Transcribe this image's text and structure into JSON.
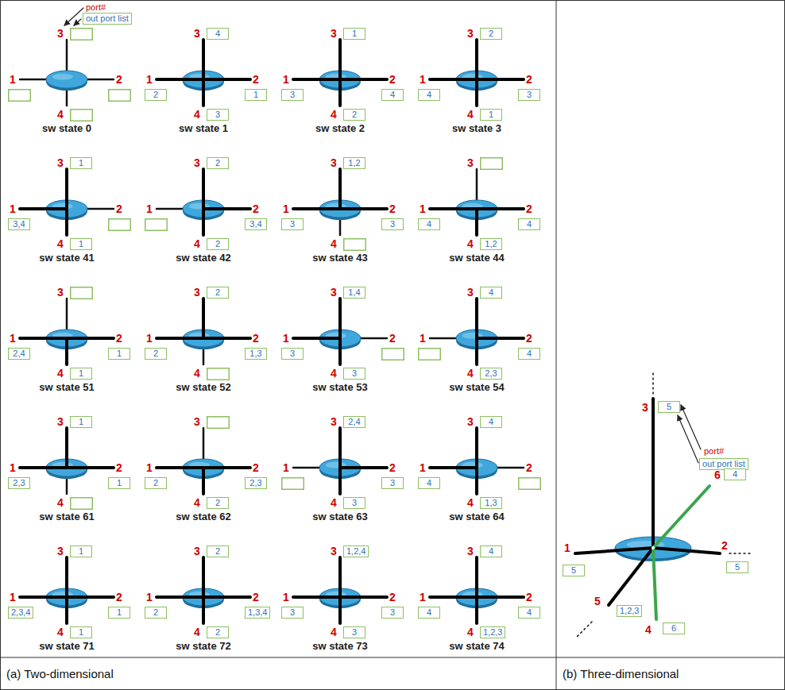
{
  "diagram": {
    "nodes": [
      {
        "text": [
          "out port list"
        ]
      },
      {
        "text": [
          "4"
        ]
      },
      {
        "text": [
          "2"
        ]
      },
      {
        "text": [
          "1"
        ]
      },
      {
        "text": [
          "3"
        ]
      },
      {
        "text": [
          "1"
        ]
      },
      {
        "text": [
          "3"
        ]
      },
      {
        "text": [
          "4"
        ]
      },
      {
        "text": [
          "2"
        ]
      },
      {
        "text": [
          "2"
        ]
      },
      {
        "text": [
          "4"
        ]
      },
      {
        "text": [
          "3"
        ]
      },
      {
        "text": [
          "1"
        ]
      },
      {
        "text": [
          "1"
        ]
      },
      {
        "text": [
          "3,4"
        ]
      },
      {
        "text": [
          "1"
        ]
      },
      {
        "text": [
          "2"
        ]
      },
      {
        "text": [
          "3,4"
        ]
      },
      {
        "text": [
          "2"
        ]
      },
      {
        "text": [
          "1,2"
        ]
      },
      {
        "text": [
          "3"
        ]
      },
      {
        "text": [
          "3"
        ]
      },
      {
        "text": [
          "4"
        ]
      },
      {
        "text": [
          "4"
        ]
      },
      {
        "text": [
          "1,2"
        ]
      },
      {
        "text": [
          "2,4"
        ]
      },
      {
        "text": [
          "1"
        ]
      },
      {
        "text": [
          "1"
        ]
      },
      {
        "text": [
          "2"
        ]
      },
      {
        "text": [
          "2"
        ]
      },
      {
        "text": [
          "1,3"
        ]
      },
      {
        "text": [
          "1,4"
        ]
      },
      {
        "text": [
          "3"
        ]
      },
      {
        "text": [
          "3"
        ]
      },
      {
        "text": [
          "4"
        ]
      },
      {
        "text": [
          "4"
        ]
      },
      {
        "text": [
          "2,3"
        ]
      },
      {
        "text": [
          "1"
        ]
      },
      {
        "text": [
          "2,3"
        ]
      },
      {
        "text": [
          "1"
        ]
      },
      {
        "text": [
          "2"
        ]
      },
      {
        "text": [
          "2,3"
        ]
      },
      {
        "text": [
          "2"
        ]
      },
      {
        "text": [
          "2,4"
        ]
      },
      {
        "text": [
          "3"
        ]
      },
      {
        "text": [
          "3"
        ]
      },
      {
        "text": [
          "4"
        ]
      },
      {
        "text": [
          "4"
        ]
      },
      {
        "text": [
          "1,3"
        ]
      },
      {
        "text": [
          "1"
        ]
      },
      {
        "text": [
          "2,3,4"
        ]
      },
      {
        "text": [
          "1"
        ]
      },
      {
        "text": [
          "1"
        ]
      },
      {
        "text": [
          "2"
        ]
      },
      {
        "text": [
          "2"
        ]
      },
      {
        "text": [
          "1,3,4"
        ]
      },
      {
        "text": [
          "2"
        ]
      },
      {
        "text": [
          "1,2,4"
        ]
      },
      {
        "text": [
          "3"
        ]
      },
      {
        "text": [
          "3"
        ]
      },
      {
        "text": [
          "3"
        ]
      },
      {
        "text": [
          "4"
        ]
      },
      {
        "text": [
          "4"
        ]
      },
      {
        "text": [
          "4"
        ]
      },
      {
        "text": [
          "1,2,3"
        ]
      },
      {
        "text": [
          "5"
        ]
      },
      {
        "text": [
          "out port list"
        ]
      },
      {
        "text": [
          "4"
        ]
      },
      {
        "text": [
          "5"
        ]
      },
      {
        "text": [
          "5"
        ]
      },
      {
        "text": [
          "1,2,3"
        ]
      },
      {
        "text": [
          "6"
        ]
      }
    ],
    "labels": [
      "port#",
      "3",
      "1",
      "2",
      "4",
      "sw state 0",
      "3",
      "1",
      "2",
      "4",
      "sw state 1",
      "3",
      "1",
      "2",
      "4",
      "sw state 2",
      "3",
      "1",
      "2",
      "4",
      "sw state 3",
      "3",
      "1",
      "2",
      "4",
      "sw state 41",
      "3",
      "1",
      "2",
      "4",
      "sw state 42",
      "3",
      "1",
      "2",
      "4",
      "sw state 43",
      "3",
      "1",
      "2",
      "4",
      "sw state 44",
      "3",
      "1",
      "2",
      "4",
      "sw state 51",
      "3",
      "1",
      "2",
      "4",
      "sw state 52",
      "3",
      "1",
      "2",
      "4",
      "sw state 53",
      "3",
      "1",
      "2",
      "4",
      "sw state 54",
      "3",
      "1",
      "2",
      "4",
      "sw state 61",
      "3",
      "1",
      "2",
      "4",
      "sw state 62",
      "3",
      "1",
      "2",
      "4",
      "sw state 63",
      "3",
      "1",
      "2",
      "4",
      "sw state 64",
      "3",
      "1",
      "2",
      "4",
      "sw state 71",
      "3",
      "1",
      "2",
      "4",
      "sw state 72",
      "3",
      "1",
      "2",
      "4",
      "sw state 73",
      "3",
      "1",
      "2",
      "4",
      "sw state 74",
      "port#",
      "3",
      "6",
      "1",
      "2",
      "5",
      "4",
      "(a) Two-dimensional",
      "(b) Three-dimensional"
    ]
  }
}
